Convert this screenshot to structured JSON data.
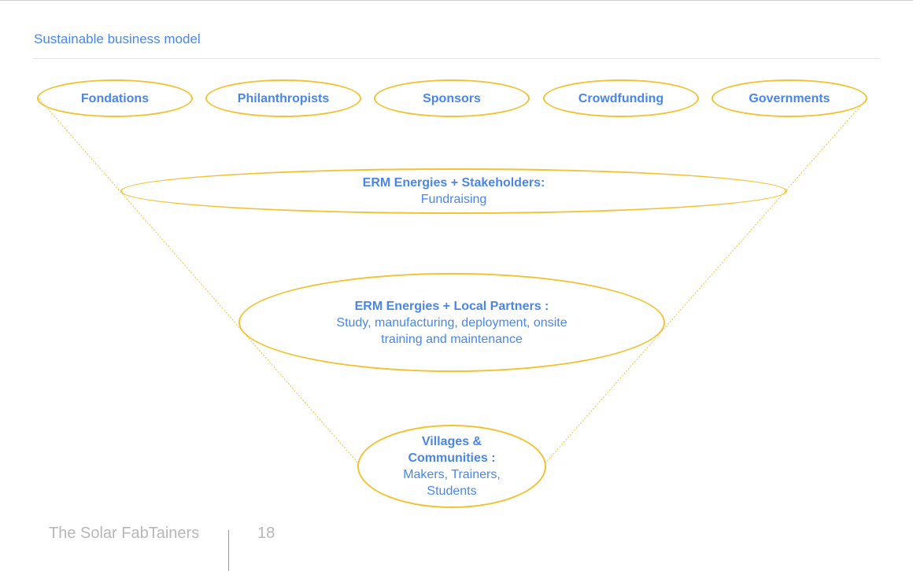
{
  "header": {
    "title": "Sustainable business model"
  },
  "funders": [
    {
      "label": "Fondations"
    },
    {
      "label": "Philanthropists"
    },
    {
      "label": "Sponsors"
    },
    {
      "label": "Crowdfunding"
    },
    {
      "label": "Governments"
    }
  ],
  "stages": {
    "stakeholders": {
      "heading": "ERM Energies + Stakeholders:",
      "text": "Fundraising"
    },
    "partners": {
      "heading": "ERM Energies + Local Partners :",
      "text": "Study, manufacturing, deployment, onsite training and maintenance"
    },
    "villages": {
      "heading": "Villages & Communities :",
      "text": "Makers, Trainers, Students"
    }
  },
  "footer": {
    "brand": "The Solar FabTainers",
    "page_number": "18"
  },
  "colors": {
    "accent": "#4a86e8",
    "outline": "#f1c232",
    "footer_text": "#b7b7b7"
  }
}
